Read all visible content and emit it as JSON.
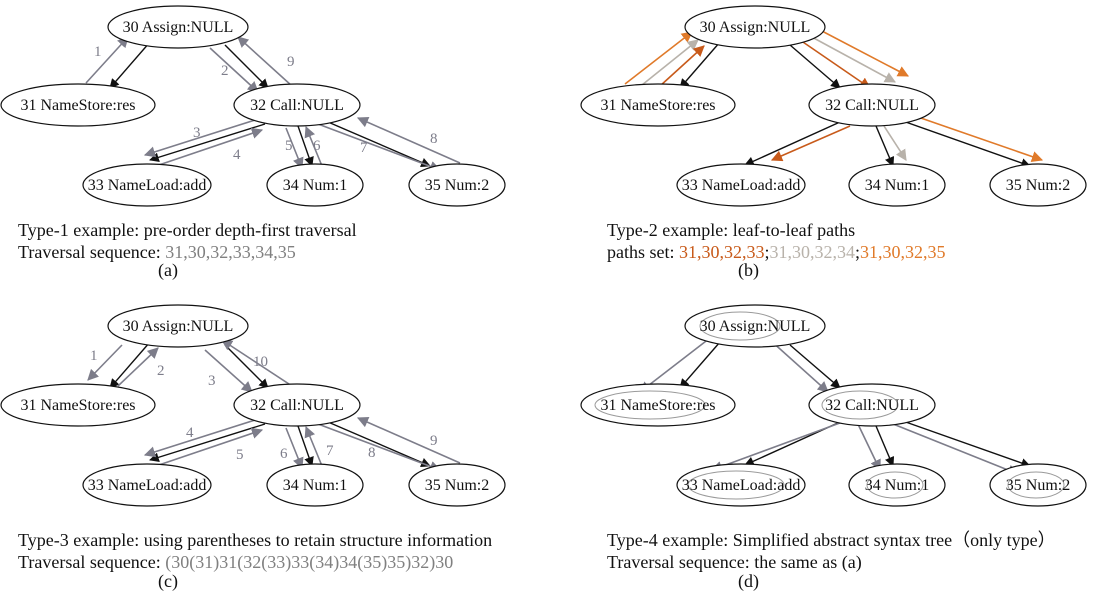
{
  "colors": {
    "black": "#111111",
    "gray": "#7d7d8a",
    "light_gray": "#b8b2aa",
    "orange": "#e07a2a",
    "dark_orange": "#c85a1a"
  },
  "panels": {
    "a": {
      "nodes": {
        "n30": "30 Assign:NULL",
        "n31": "31 NameStore:res",
        "n32": "32 Call:NULL",
        "n33": "33 NameLoad:add",
        "n34": "34 Num:1",
        "n35": "35 Num:2"
      },
      "edge_labels": [
        "1",
        "2",
        "3",
        "4",
        "5",
        "6",
        "7",
        "8",
        "9"
      ],
      "caption_prefix": "Type-1 example:  pre-order depth-first traversal",
      "seq_prefix": "Traversal sequence: ",
      "seq_value": "31,30,32,33,34,35",
      "letter": "(a)"
    },
    "b": {
      "nodes": {
        "n30": "30 Assign:NULL",
        "n31": "31 NameStore:res",
        "n32": "32 Call:NULL",
        "n33": "33 NameLoad:add",
        "n34": "34 Num:1",
        "n35": "35 Num:2"
      },
      "caption_prefix": "Type-2 example: leaf-to-leaf paths",
      "seq_prefix": "paths set: ",
      "path1": "31,30,32,33",
      "sep1": ";",
      "path2": "31,30,32,34",
      "sep2": ";",
      "path3": "31,30,32,35",
      "letter": "(b)"
    },
    "c": {
      "nodes": {
        "n30": "30 Assign:NULL",
        "n31": "31 NameStore:res",
        "n32": "32 Call:NULL",
        "n33": "33 NameLoad:add",
        "n34": "34 Num:1",
        "n35": "35 Num:2"
      },
      "edge_labels": [
        "1",
        "2",
        "3",
        "4",
        "5",
        "6",
        "7",
        "8",
        "9",
        "10"
      ],
      "caption_prefix": "Type-3 example: using parentheses to retain structure information",
      "seq_prefix": "Traversal sequence: ",
      "seq_value": "(30(31)31(32(33)33(34)34(35)35)32)30",
      "letter": "(c)"
    },
    "d": {
      "nodes": {
        "n30": "30 Assign:NULL",
        "n31": "31 NameStore:res",
        "n32": "32 Call:NULL",
        "n33": "33 NameLoad:add",
        "n34": "34 Num:1",
        "n35": "35 Num:2"
      },
      "caption_prefix": "Type-4 example: Simplified abstract syntax tree（only type）",
      "seq_prefix": "Traversal sequence: the same as (a)",
      "letter": "(d)"
    }
  }
}
